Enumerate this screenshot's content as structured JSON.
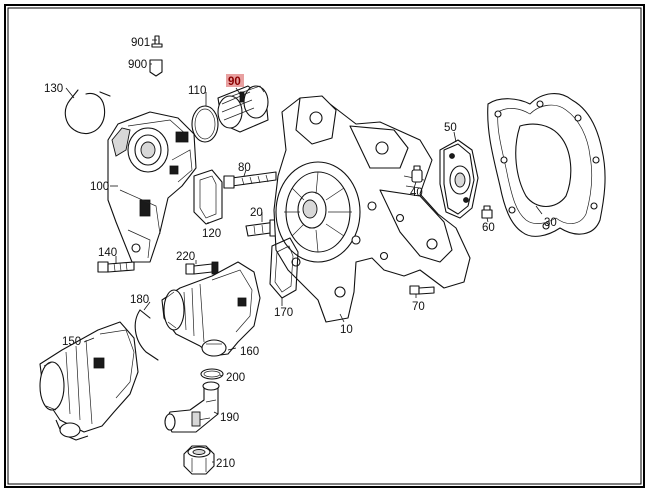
{
  "diagram": {
    "highlight_color": "#e8a0a0",
    "frame_color": "#000000",
    "callouts": [
      {
        "id": "901",
        "label": "901"
      },
      {
        "id": "900",
        "label": "900"
      },
      {
        "id": "130",
        "label": "130"
      },
      {
        "id": "110",
        "label": "110"
      },
      {
        "id": "90",
        "label": "90",
        "highlighted": true
      },
      {
        "id": "50",
        "label": "50"
      },
      {
        "id": "80",
        "label": "80"
      },
      {
        "id": "100",
        "label": "100"
      },
      {
        "id": "40",
        "label": "40"
      },
      {
        "id": "60",
        "label": "60"
      },
      {
        "id": "30",
        "label": "30"
      },
      {
        "id": "20",
        "label": "20"
      },
      {
        "id": "120",
        "label": "120"
      },
      {
        "id": "140",
        "label": "140"
      },
      {
        "id": "220",
        "label": "220"
      },
      {
        "id": "70",
        "label": "70"
      },
      {
        "id": "180",
        "label": "180"
      },
      {
        "id": "170",
        "label": "170"
      },
      {
        "id": "10",
        "label": "10"
      },
      {
        "id": "150",
        "label": "150"
      },
      {
        "id": "160",
        "label": "160"
      },
      {
        "id": "200",
        "label": "200"
      },
      {
        "id": "190",
        "label": "190"
      },
      {
        "id": "210",
        "label": "210"
      }
    ]
  }
}
